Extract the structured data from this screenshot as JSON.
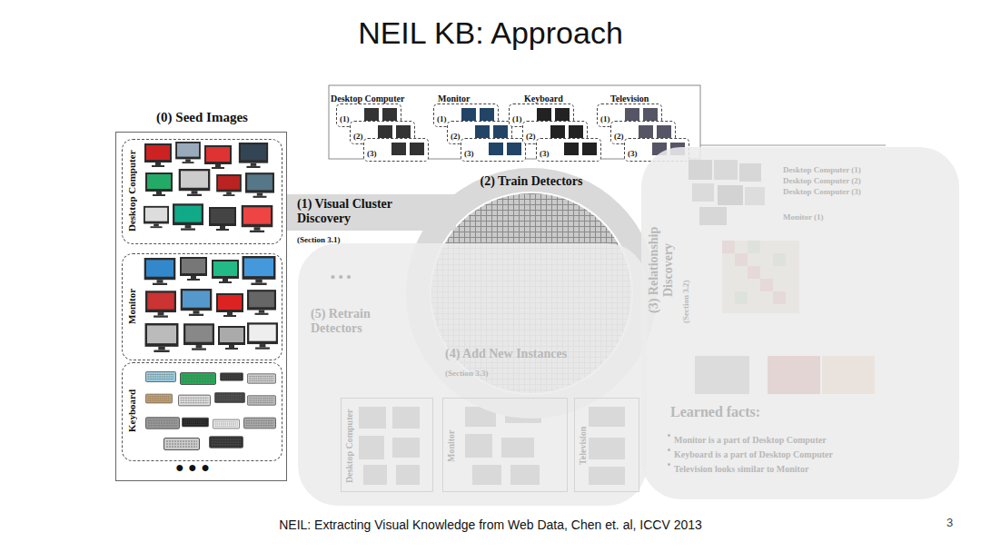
{
  "diagram": {
    "title": "NEIL KB: Approach",
    "caption": "NEIL: Extracting Visual Knowledge from Web Data, Chen et. al, ICCV 2013",
    "nodes": [
      {
        "text": [
          "(0) Seed Images"
        ]
      },
      {
        "text": [
          "Desktop Computer"
        ],
        "in": 0
      },
      {
        "text": [
          "Monitor"
        ],
        "in": 0
      },
      {
        "text": [
          "Keyboard"
        ],
        "in": 0
      },
      {
        "text": [
          "(1)"
        ]
      },
      {
        "text": [
          "(2)"
        ]
      },
      {
        "text": [
          "(3)"
        ]
      },
      {
        "text": [
          "(1)"
        ]
      },
      {
        "text": [
          "(2)"
        ]
      },
      {
        "text": [
          "(3)"
        ]
      },
      {
        "text": [
          "(1)"
        ]
      },
      {
        "text": [
          "(2)"
        ]
      },
      {
        "text": [
          "(3)"
        ]
      },
      {
        "text": [
          "(1)"
        ]
      },
      {
        "text": [
          "(2)"
        ]
      },
      {
        "text": [
          "(3)"
        ]
      },
      {
        "text": [
          "(2) Train Detectors"
        ]
      },
      {
        "text": [
          "(5) Retrain Detectors",
          "(4) Add New Instances",
          "(Section 3.3)"
        ]
      },
      {
        "text": [
          "Desktop Computer"
        ],
        "in": 17
      },
      {
        "text": [
          "Monitor"
        ],
        "in": 17
      },
      {
        "text": [
          "Television"
        ],
        "in": 17
      },
      {
        "text": [
          "(3) Relationship Discovery",
          "(Section 3.2)",
          "Learned facts:",
          "Monitor is a part of Desktop Computer",
          "Keyboard is a part of Desktop Computer",
          "Television looks similar to Monitor"
        ]
      }
    ],
    "labels": [
      "Desktop Computer",
      "Monitor",
      "Keyboard",
      "Television",
      "(1) Visual Cluster Discovery",
      "(Section 3.1)",
      "● ● ●",
      "• • •",
      "Desktop Computer (1)",
      "Desktop Computer (2)",
      "Desktop Computer (3)",
      "Monitor (1)",
      "3"
    ]
  }
}
